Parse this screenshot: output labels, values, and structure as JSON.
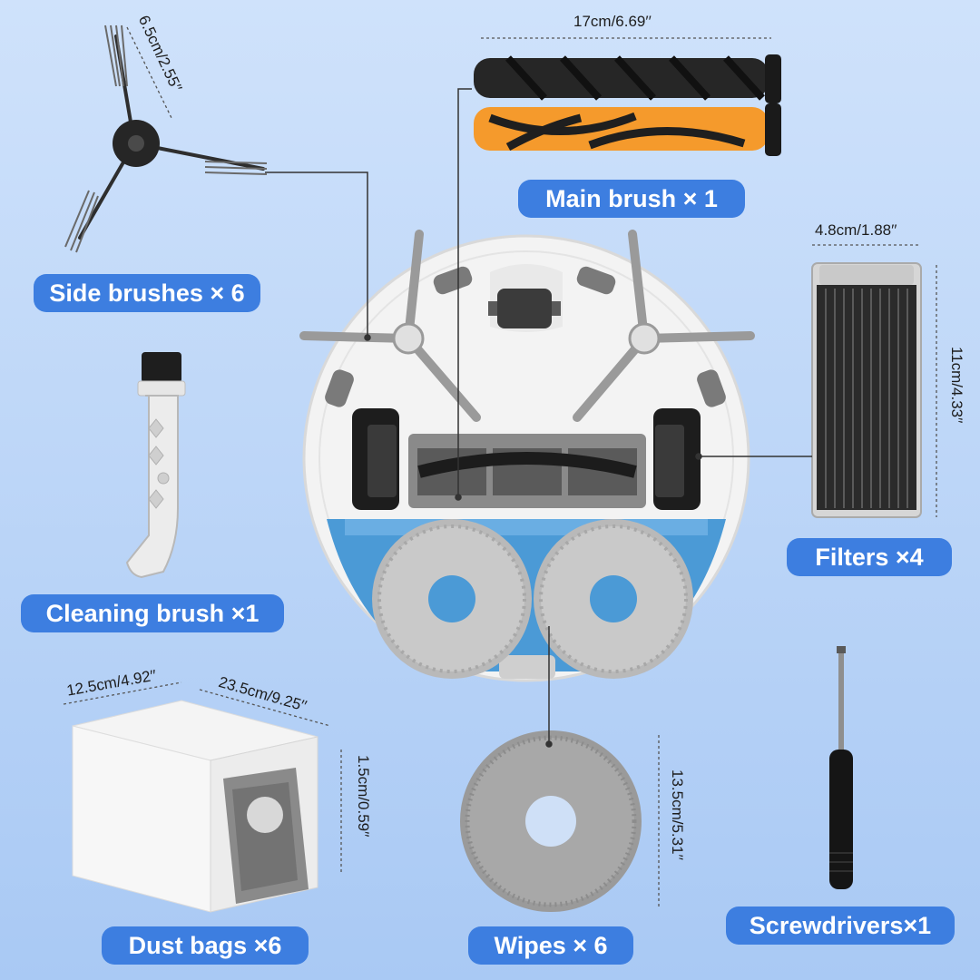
{
  "labels": {
    "main_brush": "Main brush × 1",
    "side_brushes": "Side brushes × 6",
    "filters": "Filters ×4",
    "cleaning_brush": "Cleaning brush ×1",
    "dust_bags": "Dust bags ×6",
    "wipes": "Wipes × 6",
    "screwdrivers": "Screwdrivers×1"
  },
  "dimensions": {
    "main_brush_length": "17cm/6.69′′",
    "side_brush_length": "6.5cm/2.55′′",
    "filter_width": "4.8cm/1.88′′",
    "filter_height": "11cm/4.33′′",
    "dust_bag_width": "12.5cm/4.92′′",
    "dust_bag_length": "23.5cm/9.25′′",
    "dust_bag_depth": "1.5cm/0.59′′",
    "wipe_diameter": "13.5cm/5.31′′"
  },
  "colors": {
    "label_bg": "#3d7ee0",
    "main_brush_orange": "#f59a2c",
    "robot_body": "#f2f2f2",
    "mop_plate": "#4b9ad6"
  },
  "icons": [
    "main-brush-icon",
    "side-brush-icon",
    "filter-icon",
    "cleaning-brush-icon",
    "dust-bag-icon",
    "wipe-icon",
    "screwdriver-icon",
    "robot-vacuum-icon"
  ]
}
